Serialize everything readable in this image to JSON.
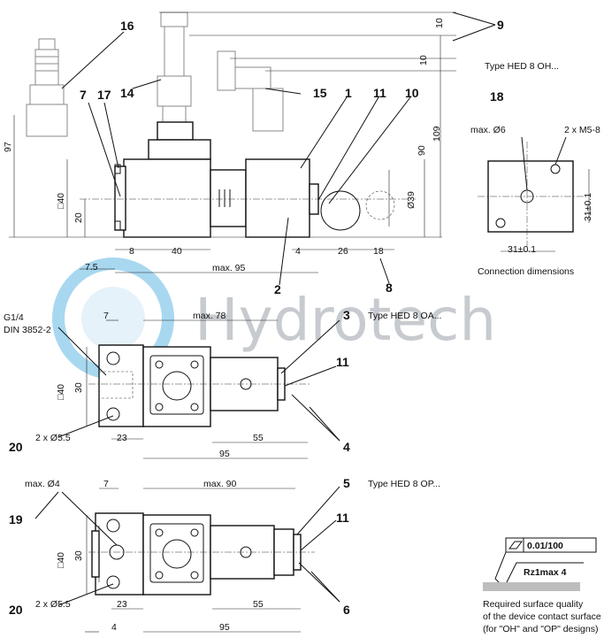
{
  "watermark": {
    "text": "Hydrotech",
    "color": "#9aa2a8",
    "accent_color": "#3fa9de"
  },
  "top_view": {
    "type_label": "Type HED 8 OH...",
    "callouts": [
      "16",
      "7",
      "17",
      "14",
      "15",
      "1",
      "11",
      "10",
      "9",
      "2",
      "8"
    ],
    "dims": {
      "d97": "97",
      "d109": "109",
      "d90": "90",
      "d10a": "10",
      "d10b": "10",
      "sq40": "□40",
      "d20": "20",
      "dia39": "Ø39",
      "d8": "8",
      "d40": "40",
      "d4": "4",
      "d26": "26",
      "d18": "18",
      "d75": "7.5",
      "max95": "max. 95"
    }
  },
  "connection": {
    "callout": "18",
    "max_dia": "max. Ø6",
    "thread": "2 x M5-8",
    "dim_v": "31±0.1",
    "dim_h": "31±0.1",
    "caption": "Connection dimensions"
  },
  "middle_view": {
    "type_label": "Type HED 8 OA...",
    "port_line1": "G1/4",
    "port_line2": "DIN 3852-2",
    "callouts": [
      "3",
      "11",
      "4",
      "20"
    ],
    "dims": {
      "d7": "7",
      "max78": "max. 78",
      "sq40": "□40",
      "d30": "30",
      "holes": "2 x Ø5.5",
      "d23": "23",
      "d55": "55",
      "d95": "95"
    }
  },
  "bottom_view": {
    "type_label": "Type HED 8 OP...",
    "callouts": [
      "5",
      "11",
      "6",
      "19",
      "20"
    ],
    "dims": {
      "maxd4": "max. Ø4",
      "d7": "7",
      "max90": "max. 90",
      "sq40": "□40",
      "d30": "30",
      "holes": "2 x Ø5.5",
      "d23": "23",
      "d55": "55",
      "d4": "4",
      "d95": "95"
    }
  },
  "surface": {
    "flatness": "0.01/100",
    "roughness": "Rz1max 4",
    "note_line1": "Required surface quality",
    "note_line2": "of the device contact surface",
    "note_line3": "(for \"OH\" and \"OP\" designs)"
  }
}
